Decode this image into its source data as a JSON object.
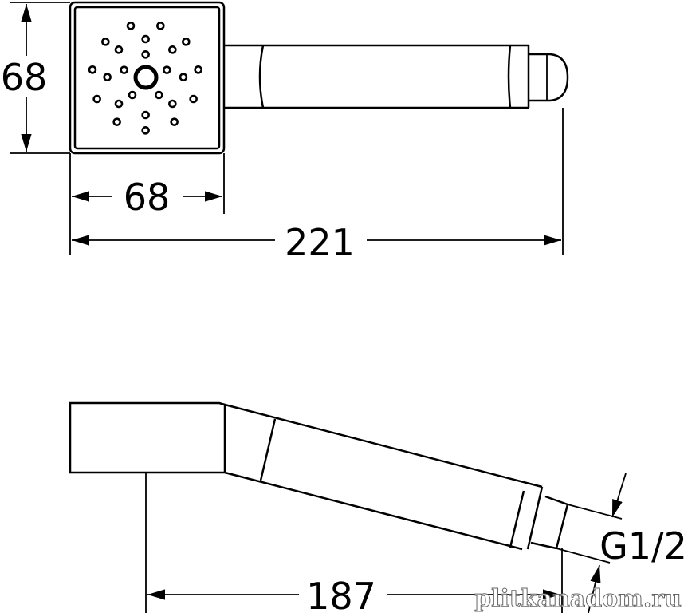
{
  "dimensions": {
    "head_height": "68",
    "head_width": "68",
    "total_length": "221",
    "side_length": "187",
    "thread": "G1/2"
  },
  "watermark": "plitkanadom.ru"
}
